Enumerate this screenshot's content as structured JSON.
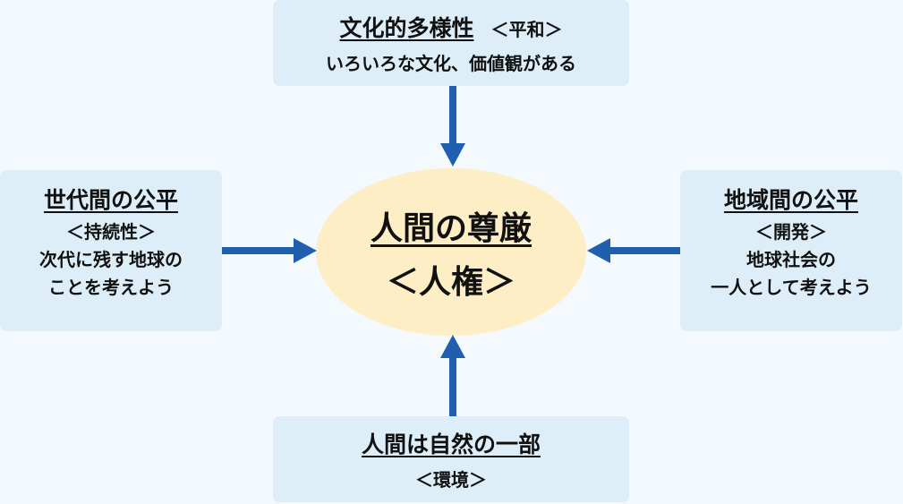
{
  "center": {
    "title": "人間の尊厳",
    "subtitle": "＜人権＞"
  },
  "top": {
    "title": "文化的多様性",
    "tag": "＜平和＞",
    "lines": [
      "いろいろな文化、価値観がある"
    ]
  },
  "left": {
    "title": "世代間の公平",
    "tag": "＜持続性＞",
    "lines": [
      "次代に残す地球の",
      "ことを考えよう"
    ]
  },
  "right": {
    "title": "地域間の公平",
    "tag": "＜開発＞",
    "lines": [
      "地球社会の",
      "一人として考えよう"
    ]
  },
  "bottom": {
    "title": "人間は自然の一部",
    "tag": "＜環境＞"
  },
  "colors": {
    "background": "#f3f9fd",
    "box": "#ddeef9",
    "center": "#fdeec6",
    "arrow": "#1f5fae"
  }
}
